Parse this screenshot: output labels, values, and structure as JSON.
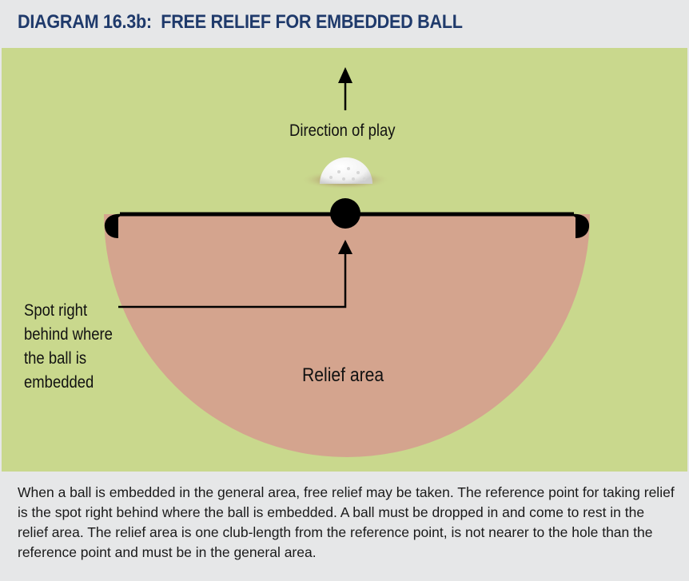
{
  "title": "DIAGRAM 16.3b:  FREE RELIEF FOR EMBEDDED BALL",
  "labels": {
    "direction": "Direction of play",
    "spot_line1": "Spot right",
    "spot_line2": "behind where",
    "spot_line3": "the ball is",
    "spot_line4": "embedded",
    "relief_area": "Relief area"
  },
  "caption": "When a ball is embedded in the general area, free relief may be taken. The reference point for taking relief is the spot right behind where the ball is embedded. A ball must be dropped in and come to rest in the relief area. The relief area is one club-length from the reference point, is not nearer to the hole than the reference point and must be in the general area.",
  "colors": {
    "fairway": "#c9d88d",
    "relief_area": "#d4a48e",
    "title": "#1f3a6b",
    "background": "#e6e7e8"
  },
  "icons": {
    "ball": "golf-ball-icon",
    "reference": "reference-point-dot",
    "arrow": "arrow-up-icon"
  }
}
